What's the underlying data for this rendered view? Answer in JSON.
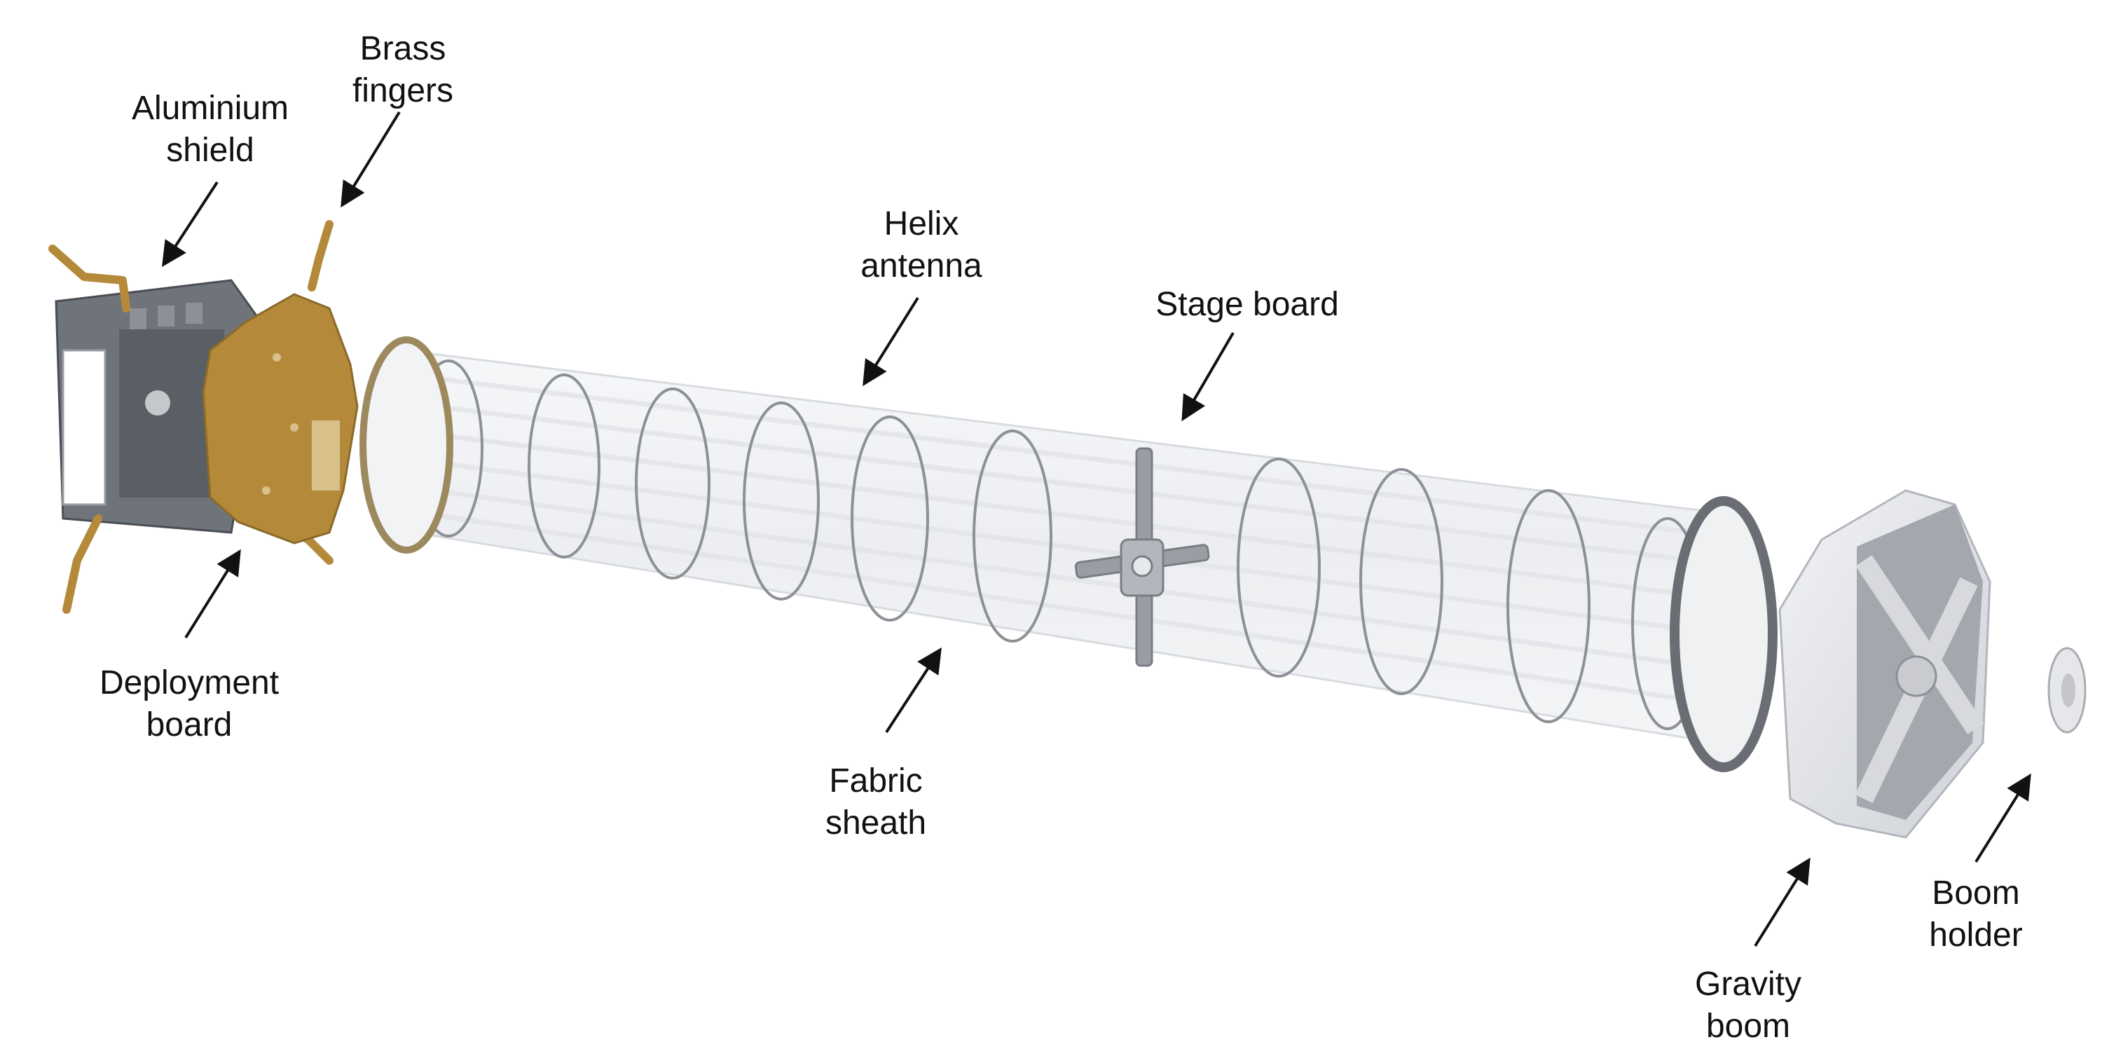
{
  "labels": {
    "aluminium_shield": [
      "Aluminium",
      "shield"
    ],
    "brass_fingers": [
      "Brass",
      "fingers"
    ],
    "helix_antenna": [
      "Helix",
      "antenna"
    ],
    "stage_board": [
      "Stage board"
    ],
    "deployment_board": [
      "Deployment",
      "board"
    ],
    "fabric_sheath": [
      "Fabric",
      "sheath"
    ],
    "gravity_boom": [
      "Gravity",
      "boom"
    ],
    "boom_holder": [
      "Boom",
      "holder"
    ]
  },
  "colors": {
    "brass": "#b48a3a",
    "aluminium": "#7b7f86",
    "helix_wire": "#8d9096",
    "sheath": "#eef0f3",
    "boom": "#e4e6ea",
    "text": "#111111"
  }
}
